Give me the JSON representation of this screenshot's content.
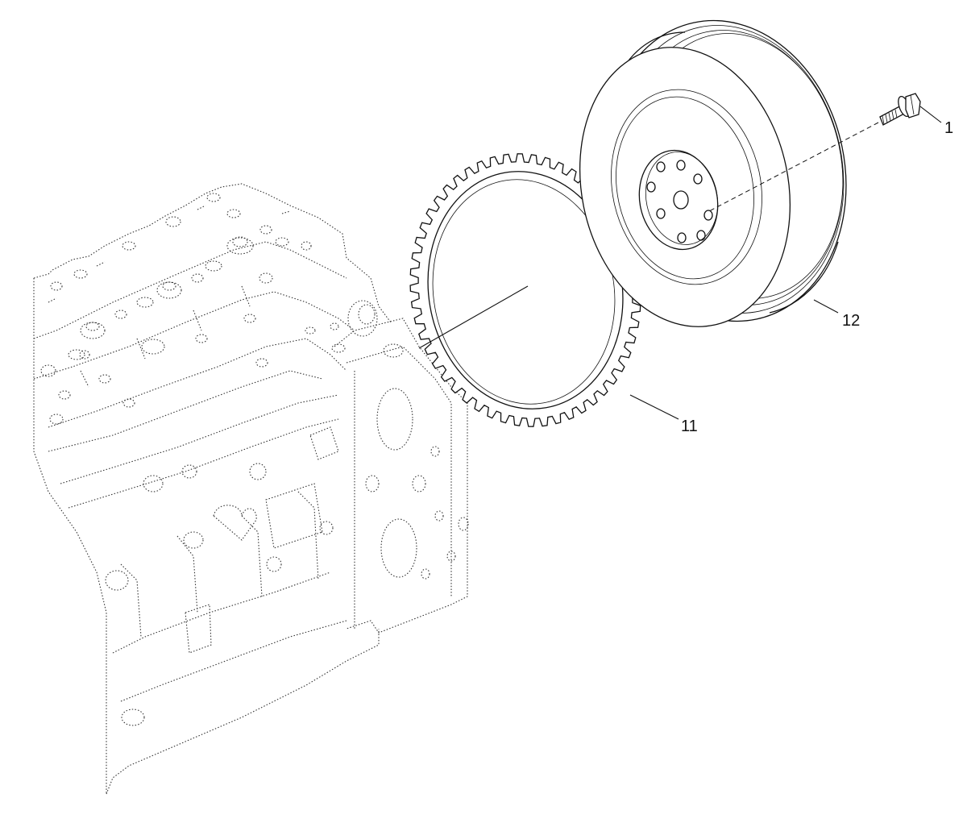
{
  "callouts": [
    {
      "id": "bolt",
      "label": "1"
    },
    {
      "id": "ring-gear",
      "label": "11"
    },
    {
      "id": "flywheel",
      "label": "12"
    }
  ]
}
